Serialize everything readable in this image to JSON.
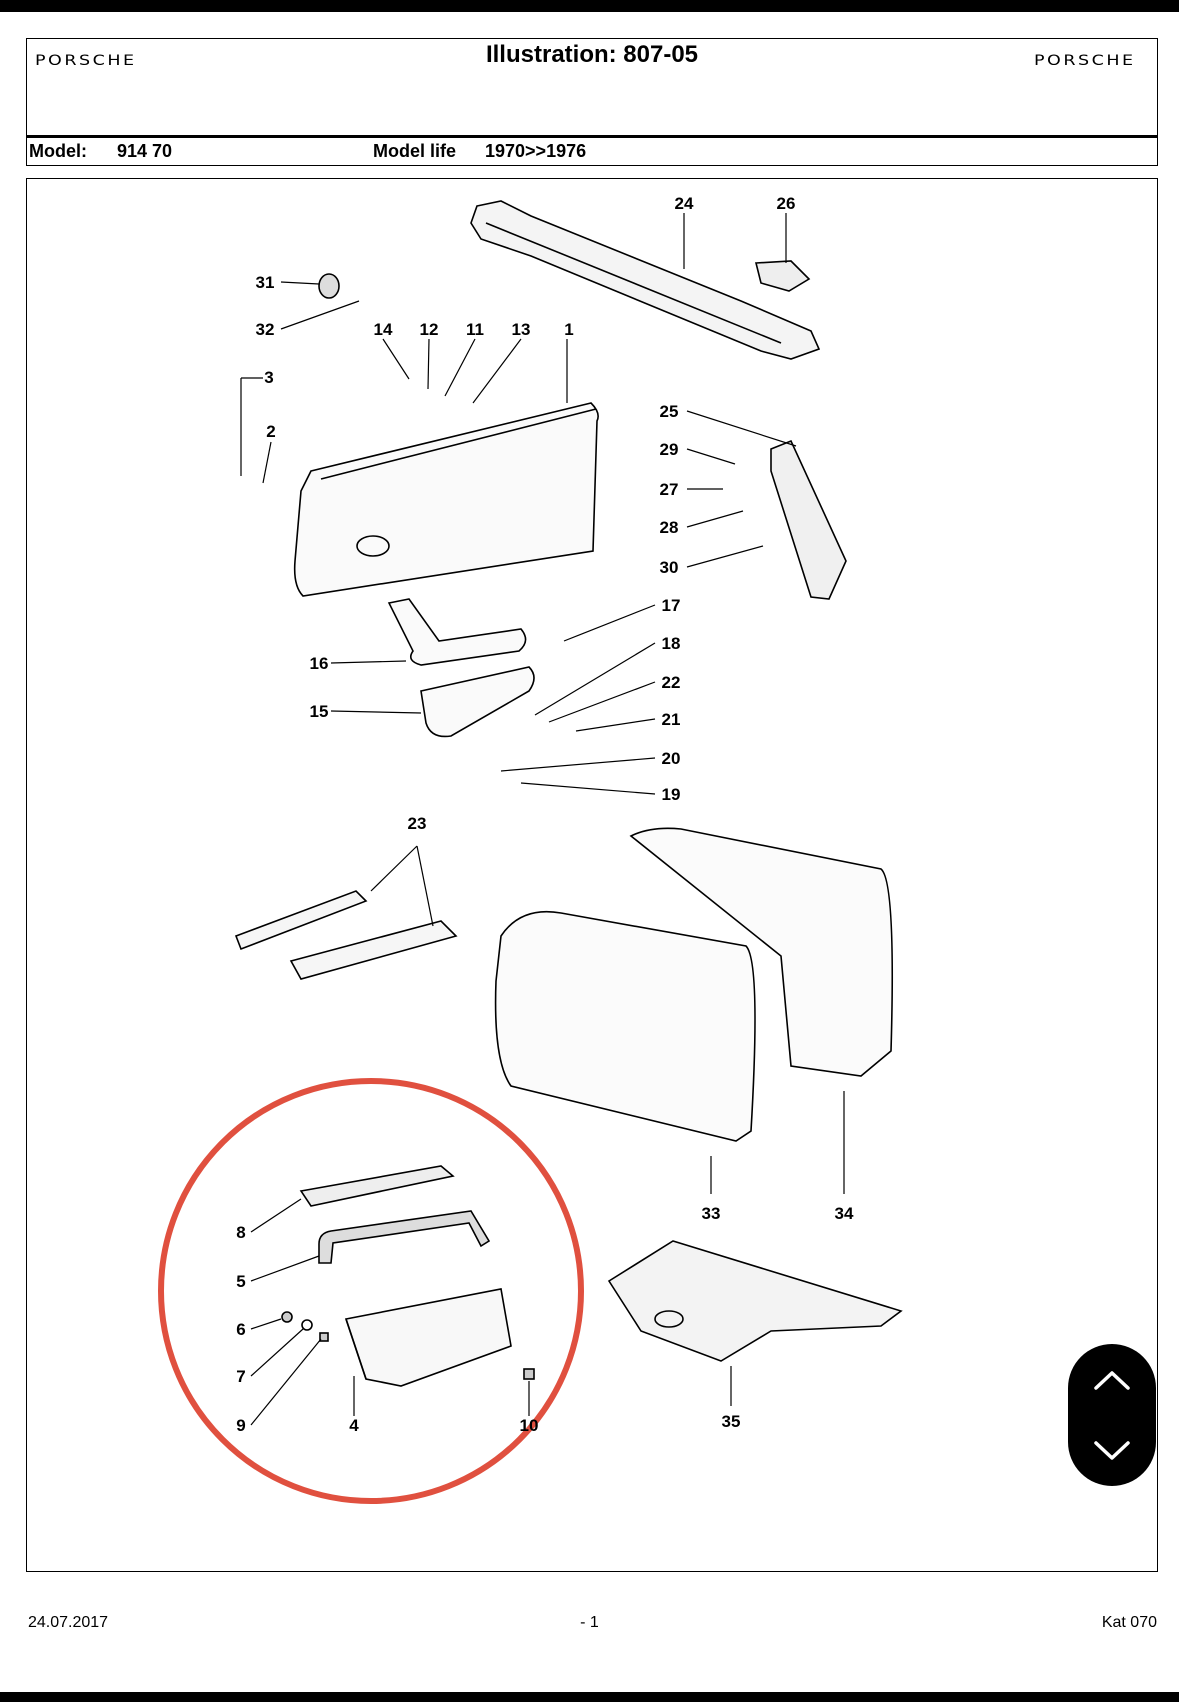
{
  "header": {
    "brand_left": "PORSCHE",
    "brand_right": "PORSCHE",
    "title": "Illustration: 807-05"
  },
  "model": {
    "model_label": "Model:",
    "model_value": "914 70",
    "life_label": "Model life",
    "life_value": "1970>>1976"
  },
  "callouts": [
    "24",
    "26",
    "31",
    "32",
    "14",
    "12",
    "11",
    "13",
    "1",
    "3",
    "2",
    "25",
    "29",
    "27",
    "28",
    "30",
    "17",
    "18",
    "22",
    "21",
    "16",
    "15",
    "20",
    "19",
    "23",
    "33",
    "34",
    "8",
    "5",
    "6",
    "7",
    "9",
    "4",
    "10",
    "35"
  ],
  "highlight": {
    "color": "#e0503f",
    "shape": "circle"
  },
  "nav": {
    "up_icon": "chevron-up-icon",
    "down_icon": "chevron-down-icon"
  },
  "footer": {
    "date": "24.07.2017",
    "page": "- 1",
    "catalog": "Kat 070"
  }
}
